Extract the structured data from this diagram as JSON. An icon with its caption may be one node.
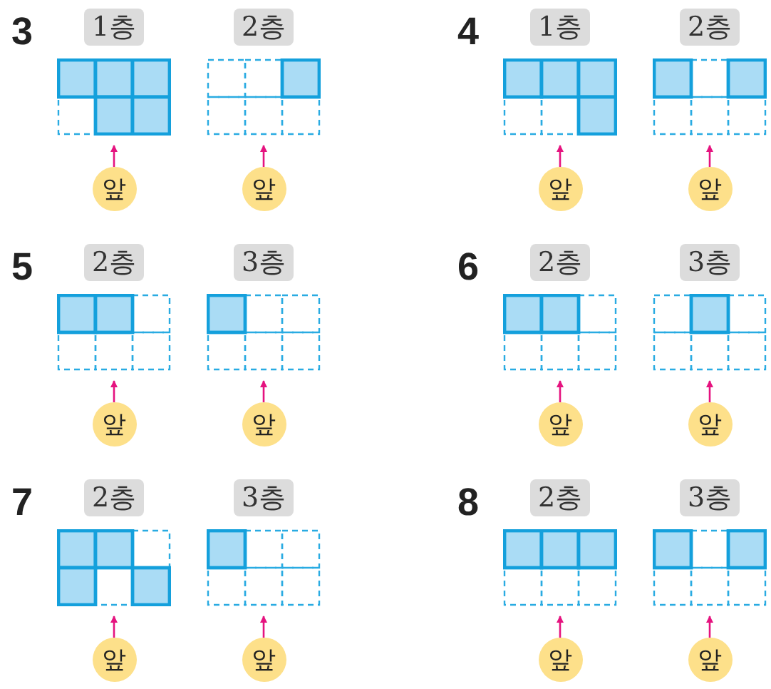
{
  "diagram": {
    "nodes": [
      {
        "text": [
          "1층"
        ]
      },
      {
        "text": [
          "2층"
        ]
      },
      {
        "text": [
          "앞"
        ]
      },
      {
        "text": [
          "앞"
        ]
      },
      {
        "text": [
          "1층"
        ]
      },
      {
        "text": [
          "2층"
        ]
      },
      {
        "text": [
          "앞"
        ]
      },
      {
        "text": [
          "앞"
        ]
      },
      {
        "text": [
          "2층"
        ]
      },
      {
        "text": [
          "3층"
        ]
      },
      {
        "text": [
          "앞"
        ]
      },
      {
        "text": [
          "앞"
        ]
      },
      {
        "text": [
          "2층"
        ]
      },
      {
        "text": [
          "3층"
        ]
      },
      {
        "text": [
          "앞"
        ]
      },
      {
        "text": [
          "앞"
        ]
      },
      {
        "text": [
          "2층"
        ]
      },
      {
        "text": [
          "3층"
        ]
      },
      {
        "text": [
          "앞"
        ]
      },
      {
        "text": [
          "앞"
        ]
      },
      {
        "text": [
          "2층"
        ]
      },
      {
        "text": [
          "3층"
        ]
      },
      {
        "text": [
          "앞"
        ]
      },
      {
        "text": [
          "앞"
        ]
      }
    ],
    "edges": [
      {
        "from": 2,
        "to": 0,
        "arrow": "to"
      },
      {
        "from": 3,
        "to": 1,
        "arrow": "to"
      },
      {
        "from": 6,
        "to": 4,
        "arrow": "to"
      },
      {
        "from": 7,
        "to": 5,
        "arrow": "to"
      },
      {
        "from": 10,
        "to": 8,
        "arrow": "to"
      },
      {
        "from": 11,
        "to": 9,
        "arrow": "to"
      },
      {
        "from": 14,
        "to": 12,
        "arrow": "to"
      },
      {
        "from": 15,
        "to": 13,
        "arrow": "to"
      },
      {
        "from": 18,
        "to": 16,
        "arrow": "to"
      },
      {
        "from": 19,
        "to": 17,
        "arrow": "to"
      },
      {
        "from": 22,
        "to": 20,
        "arrow": "to"
      },
      {
        "from": 23,
        "to": 21,
        "arrow": "to"
      }
    ],
    "labels": [
      "3",
      "4",
      "5",
      "6",
      "7",
      "8"
    ]
  }
}
